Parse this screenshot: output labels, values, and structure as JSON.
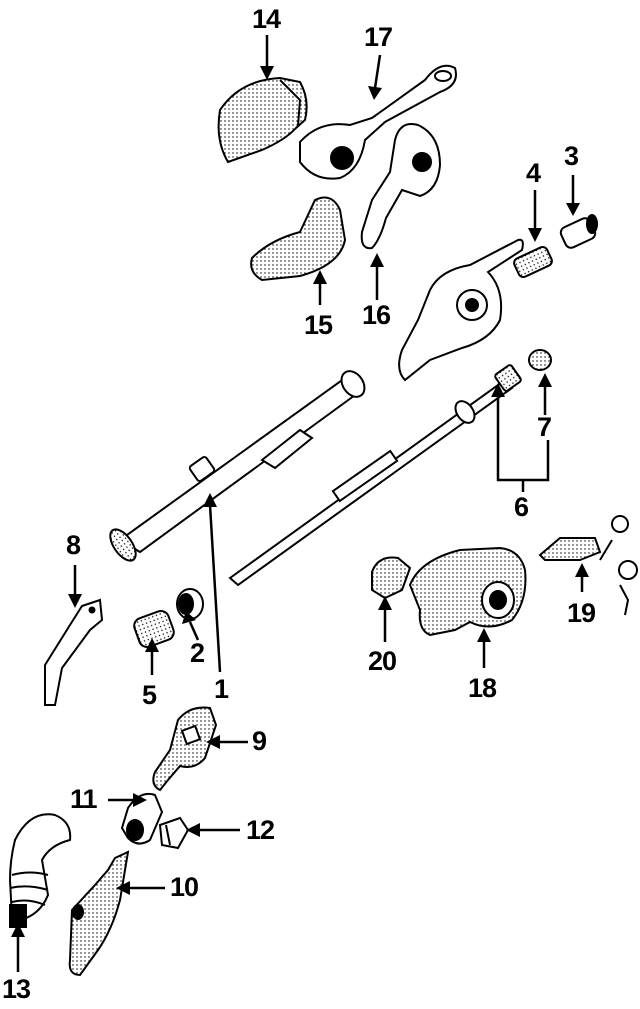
{
  "colors": {
    "ink": "#000000",
    "paper": "#ffffff",
    "shade": "#d8d8d8"
  },
  "callouts": {
    "c1": "1",
    "c2": "2",
    "c3": "3",
    "c4": "4",
    "c5": "5",
    "c6": "6",
    "c7": "7",
    "c8": "8",
    "c9": "9",
    "c10": "10",
    "c11": "11",
    "c12": "12",
    "c13": "13",
    "c14": "14",
    "c15": "15",
    "c16": "16",
    "c17": "17",
    "c18": "18",
    "c19": "19",
    "c20": "20"
  }
}
